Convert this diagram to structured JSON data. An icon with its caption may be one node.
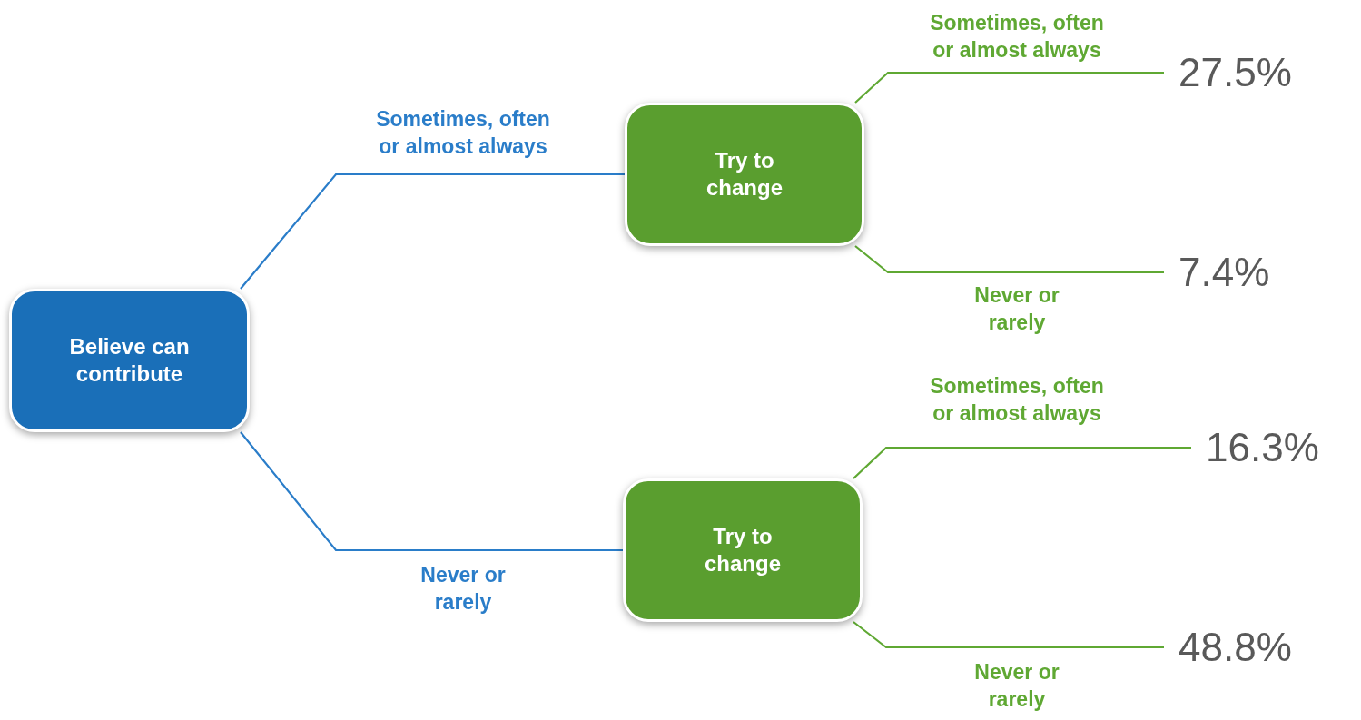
{
  "diagram": {
    "nodes": [
      {
        "text": [
          "Believe can contribute"
        ]
      },
      {
        "text": [
          "Try to change"
        ]
      },
      {
        "text": [
          "Try to change"
        ]
      },
      {
        "text": [
          "27.5%"
        ]
      },
      {
        "text": [
          "7.4%"
        ]
      },
      {
        "text": [
          "16.3%"
        ]
      },
      {
        "text": [
          "48.8%"
        ]
      }
    ],
    "edges": [
      {
        "from": 0,
        "to": 1,
        "arrow": "none",
        "label": "Sometimes, often or almost always",
        "color": "#2a7dc9"
      },
      {
        "from": 0,
        "to": 2,
        "arrow": "none",
        "label": "Never or rarely",
        "color": "#2a7dc9"
      },
      {
        "from": 1,
        "to": 3,
        "arrow": "none",
        "label": "Sometimes, often or almost always"
      },
      {
        "from": 1,
        "to": 4,
        "arrow": "none",
        "label": "Never or rarely"
      },
      {
        "from": 2,
        "to": 5,
        "arrow": "none",
        "label": "Sometimes, often or almost always"
      },
      {
        "from": 2,
        "to": 6,
        "arrow": "none",
        "label": "Never or rarely"
      }
    ]
  }
}
